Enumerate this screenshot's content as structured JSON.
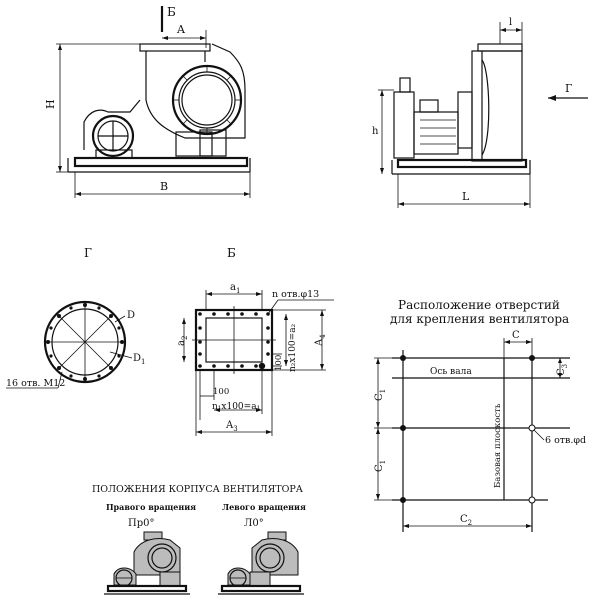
{
  "front_view": {
    "section_mark": "Б",
    "dim_A": "A",
    "dim_H": "H",
    "dim_B": "B"
  },
  "side_view": {
    "dim_l": "l",
    "dim_h": "h",
    "dim_L": "L",
    "arrow_label": "Г"
  },
  "view_g": {
    "title": "Г",
    "outer_diameter": "D",
    "inner_diameter": "D",
    "inner_diameter_sub": "1",
    "holes": "16 отв. M12"
  },
  "view_b": {
    "title": "Б",
    "dim_a1": "a",
    "dim_a1_sub": "1",
    "dim_a2": "a",
    "dim_a2_sub": "2",
    "dim_a3": "A",
    "dim_a3_sub": "3",
    "dim_a4": "A",
    "dim_a4_sub": "4",
    "holes": "n отв.φ13",
    "pitch_v": "n₂x100=a₂",
    "pitch_h": "n₁x100=a₁",
    "gap_v": "100",
    "gap_h": "100"
  },
  "holes_layout": {
    "title_line1": "Расположение отверстий",
    "title_line2": "для крепления вентилятора",
    "dim_c": "C",
    "dim_c3": "C",
    "dim_c3_sub": "3",
    "dim_c1_top": "C",
    "dim_c1_top_sub": "1",
    "dim_c1_bottom": "C",
    "dim_c1_bottom_sub": "1",
    "dim_c2": "C",
    "dim_c2_sub": "2",
    "shaft_axis": "Ось вала",
    "base_plane": "Базовая плоскость",
    "holes": "6 отв.φd"
  },
  "positions": {
    "title": "ПОЛОЖЕНИЯ КОРПУСА ВЕНТИЛЯТОРА",
    "right_label": "Правого вращения",
    "right_code": "Пр0°",
    "left_label": "Левого вращения",
    "left_code": "Л0°"
  }
}
